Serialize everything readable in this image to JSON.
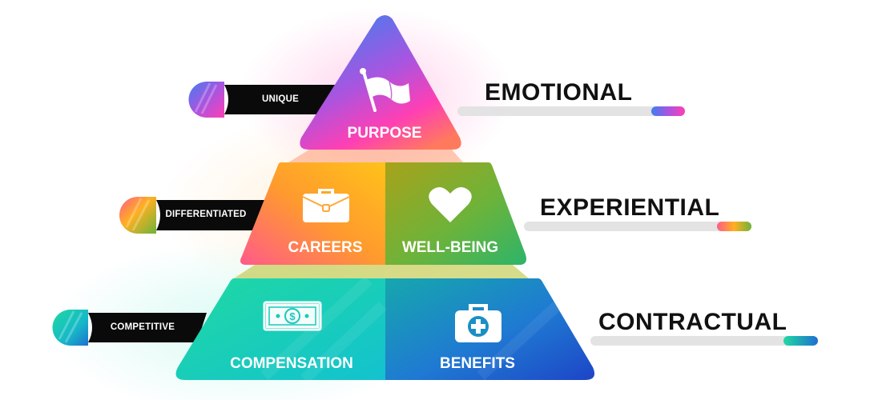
{
  "pyramid": {
    "top": {
      "label": "PURPOSE",
      "icon": "flag-icon",
      "tag": "UNIQUE",
      "level": "EMOTIONAL"
    },
    "middle": {
      "segments": [
        {
          "label": "CAREERS",
          "icon": "briefcase-icon"
        },
        {
          "label": "WELL-BEING",
          "icon": "heart-icon"
        }
      ],
      "tag": "DIFFERENTIATED",
      "level": "EXPERIENTIAL"
    },
    "bottom": {
      "segments": [
        {
          "label": "COMPENSATION",
          "icon": "dollar-bill-icon"
        },
        {
          "label": "BENEFITS",
          "icon": "medical-kit-icon"
        }
      ],
      "tag": "COMPETITIVE",
      "level": "CONTRACTUAL"
    }
  },
  "colors": {
    "top_gradient": [
      "#3f7ff0",
      "#a855e0",
      "#ff3fb4",
      "#ff7a5c"
    ],
    "middle_left_gradient": [
      "#ff5a8a",
      "#ff9a2e",
      "#ffc21a"
    ],
    "middle_right_gradient": [
      "#9aa81a",
      "#6db33a",
      "#2cb56a"
    ],
    "bottom_left_gradient": [
      "#18d8a6",
      "#16c4c8"
    ],
    "bottom_right_gradient": [
      "#1a9fb5",
      "#1f6fd0",
      "#1d45c7"
    ],
    "bar_track": "#e3e3e3",
    "text_dark": "#111111"
  }
}
